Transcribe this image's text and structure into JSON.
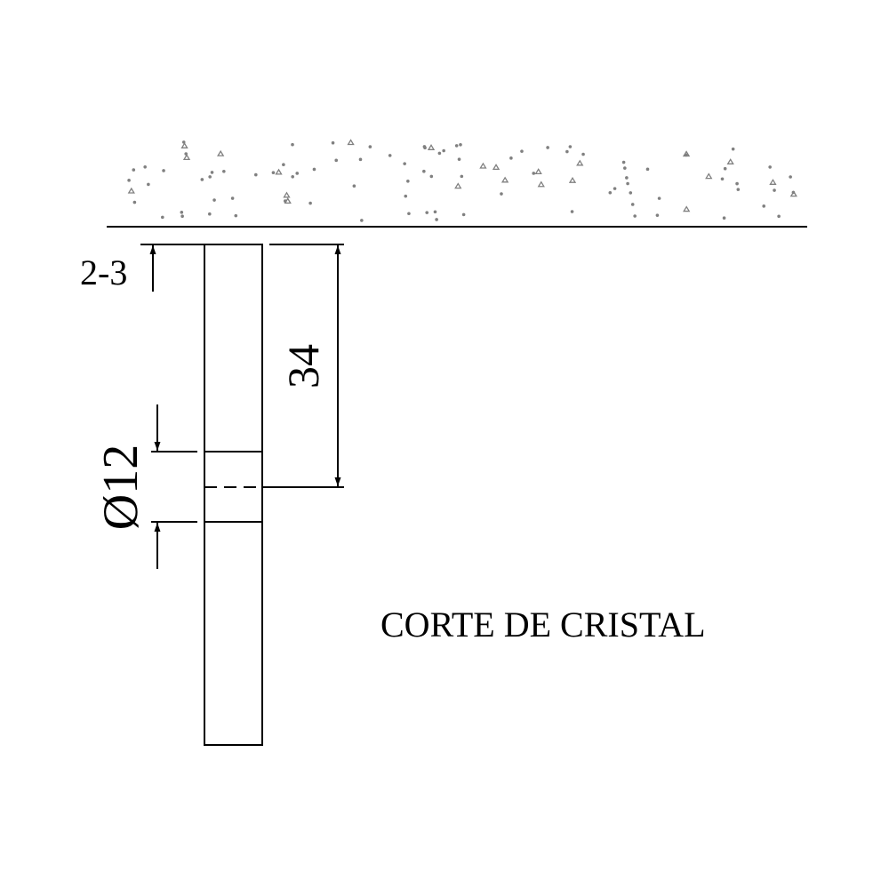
{
  "labels": {
    "gap_dimension": "2-3",
    "depth_dimension": "34",
    "hole_diameter": "Ø12",
    "title": "CORTE DE CRISTAL"
  },
  "colors": {
    "line": "#000000",
    "aggregate": "#808080"
  }
}
